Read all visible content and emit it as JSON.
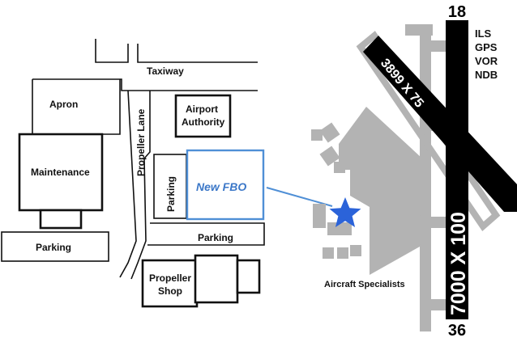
{
  "map": {
    "labels": {
      "taxiway": "Taxiway",
      "apron": "Apron",
      "airport_authority_line1": "Airport",
      "airport_authority_line2": "Authority",
      "propeller_lane": "Propeller Lane",
      "maintenance": "Maintenance",
      "parking_left": "Parking",
      "parking_vertical": "Parking",
      "new_fbo": "New FBO",
      "parking_road": "Parking",
      "propeller_shop_line1": "Propeller",
      "propeller_shop_line2": "Shop",
      "aircraft_specialists": "Aircraft Specialists"
    },
    "runways": {
      "main_north_end": "18",
      "main_south_end": "36",
      "main_dimensions": "7000 X 100",
      "crosswind_dimensions": "3899 X 75"
    },
    "approaches": [
      "ILS",
      "GPS",
      "VOR",
      "NDB"
    ],
    "colors": {
      "runway": "#000000",
      "ground": "#b3b3b3",
      "highlight": "#4f8fd6",
      "highlight_text": "#3c78c8",
      "star": "#2b63d9",
      "outline": "#111111"
    },
    "icons": {
      "fbo_marker": "star-icon"
    }
  }
}
